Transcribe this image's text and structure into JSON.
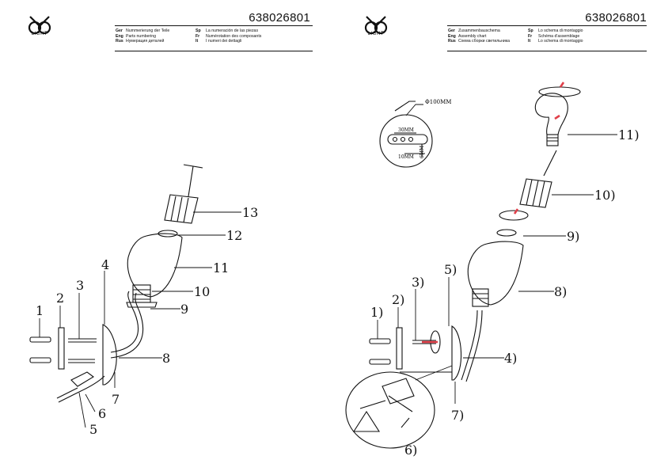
{
  "left": {
    "logo_text": "LIGHT",
    "code": "638026801",
    "legend": [
      {
        "k1": "Ger",
        "v1": "Nummerierung der Teile",
        "k2": "Sp",
        "v2": "La numeración de las piezas"
      },
      {
        "k1": "Eng",
        "v1": "Parts numbering",
        "k2": "Fr",
        "v2": "Numérotation des composants"
      },
      {
        "k1": "Rus",
        "v1": "Нумерация деталей",
        "k2": "It",
        "v2": "I numeri dei dettagli"
      }
    ],
    "labels": [
      "1",
      "2",
      "3",
      "4",
      "5",
      "6",
      "7",
      "8",
      "9",
      "10",
      "11",
      "12",
      "13"
    ]
  },
  "right": {
    "logo_text": "LIGHT",
    "code": "638026801",
    "legend": [
      {
        "k1": "Ger",
        "v1": "Zusammenbauschema",
        "k2": "Sp",
        "v2": "Lo schema di montaggio"
      },
      {
        "k1": "Eng",
        "v1": "Assembly chart",
        "k2": "Fr",
        "v2": "Schéma d'assemblage"
      },
      {
        "k1": "Rus",
        "v1": "Схема сборки светильника",
        "k2": "It",
        "v2": "Lo schema di montaggio"
      }
    ],
    "dims": {
      "diameter": "Φ100MM",
      "d30": "30MM",
      "d10": "10MM",
      "d6": "6MM"
    },
    "labels": [
      "1)",
      "2)",
      "3)",
      "4)",
      "5)",
      "6)",
      "7)",
      "8)",
      "9)",
      "10)",
      "11)"
    ]
  },
  "colors": {
    "line": "#111111",
    "accent": "#e0404a"
  }
}
